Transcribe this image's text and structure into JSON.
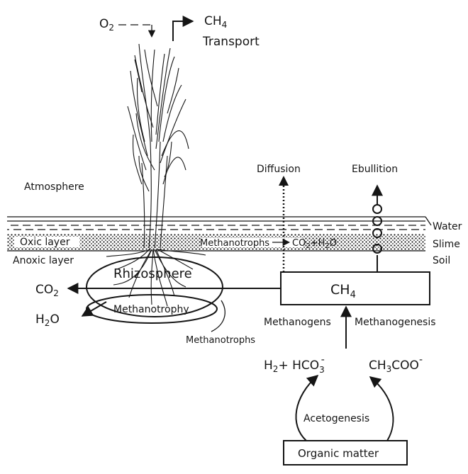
{
  "labels": {
    "o2": "O",
    "o2_sub": "2",
    "ch4_top": "CH",
    "ch4_top_sub": "4",
    "transport": "Transport",
    "diffusion": "Diffusion",
    "ebullition": "Ebullition",
    "atmosphere": "Atmosphere",
    "water": "Water",
    "slime": "Slime",
    "soil": "Soil",
    "oxic_layer": "Oxic layer",
    "anoxic_layer": "Anoxic layer",
    "methanotrophs_reaction": "Methanotrophs",
    "reaction_product": "CO",
    "reaction_product_sub": "2",
    "reaction_product_rest": "+H",
    "reaction_product_sub2": "2",
    "reaction_product_end": "O",
    "rhizosphere": "Rhizosphere",
    "methanotrophy": "Methanotrophy",
    "co2_left": "CO",
    "co2_left_sub": "2",
    "h2o_left": "H",
    "h2o_left_sub": "2",
    "h2o_left_end": "O",
    "ch4_box": "CH",
    "ch4_box_sub": "4",
    "methanogens": "Methanogens",
    "methanogenesis": "Methanogenesis",
    "methanotrophs_below": "Methanotrophs",
    "h2": "H",
    "h2_sub": "2",
    "h2_plus": "+ HCO",
    "hco3_sub": "3",
    "hco3_sup": "-",
    "acetate": "CH",
    "acetate_sub": "3",
    "acetate_rest": "COO",
    "acetate_sup": "-",
    "acetogenesis": "Acetogenesis",
    "organic_matter": "Organic matter"
  }
}
